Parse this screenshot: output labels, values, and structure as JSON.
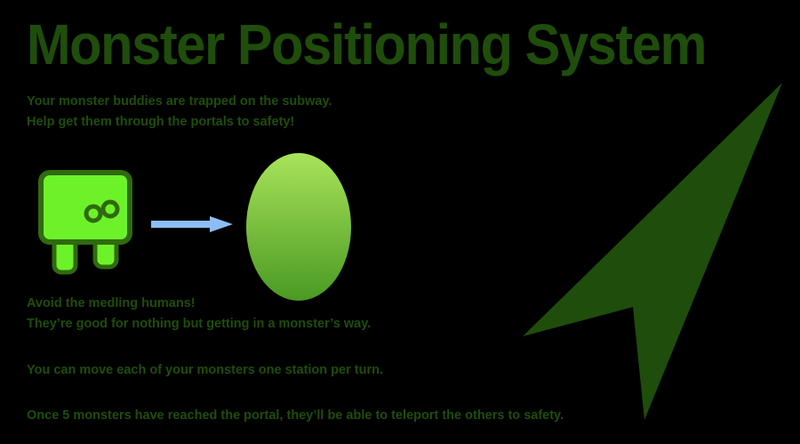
{
  "title": "Monster Positioning System",
  "intro": {
    "line1": "Your monster buddies are trapped on the subway.",
    "line2": "Help get them through the portals to safety!"
  },
  "humans": {
    "line1": "Avoid the medling humans!",
    "line2": "They’re good for nothing but getting in a monster’s way."
  },
  "move_rule": "You can move each of your monsters one station per turn.",
  "goal_rule": "Once 5 monsters have reached the portal, they’ll be able to teleport the others to safety.",
  "colors": {
    "text": "#1f4d0b",
    "background": "#000000",
    "monster": "#6df22a",
    "monster_outline": "#2f6a0f",
    "arrow": "#8cbdf5",
    "portal_top": "#a8e35a",
    "portal_bottom": "#4a9a22",
    "pointer": "#1f4d0b"
  },
  "icons": {
    "monster": "monster-icon",
    "arrow": "arrow-right-icon",
    "portal": "portal-icon",
    "pointer": "navigation-pointer-icon"
  }
}
